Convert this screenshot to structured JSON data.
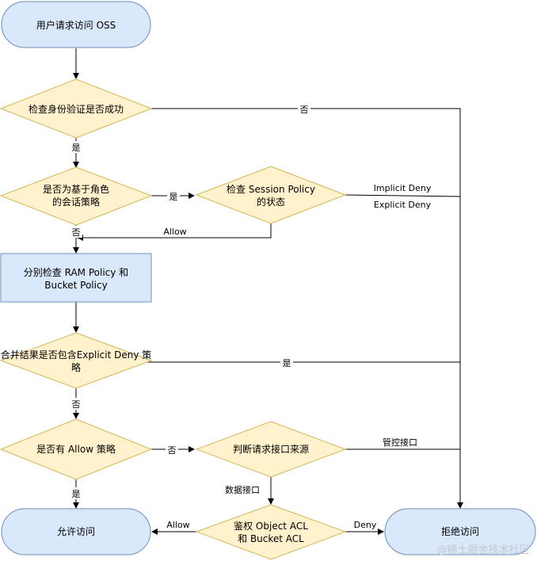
{
  "nodes": {
    "start": "用户请求访问 OSS",
    "auth": "检查身份验证是否成功",
    "role_line1": "是否为基于角色",
    "role_line2": "的会话策略",
    "session_line1": "检查 Session Policy",
    "session_line2": "的状态",
    "ram_line1": "分别检查 RAM Policy 和",
    "ram_line2": "Bucket Policy",
    "merge_line1": "合并结果是否包含Explicit Deny 策",
    "merge_line2": "略",
    "allow_q": "是否有 Allow 策略",
    "source": "判断请求接口来源",
    "acl_line1": "鉴权 Object ACL",
    "acl_line2": "和 Bucket ACL",
    "permit": "允许访问",
    "reject": "拒绝访问"
  },
  "edges": {
    "auth_no": "否",
    "auth_yes": "是",
    "role_yes": "是",
    "role_no": "否",
    "implicit_deny": "Implicit Deny",
    "explicit_deny": "Explicit Deny",
    "session_allow": "Allow",
    "merge_yes": "是",
    "merge_no": "否",
    "allow_no": "否",
    "allow_yes": "是",
    "mgmt_api": "管控接口",
    "data_api": "数据接口",
    "acl_allow": "Allow",
    "acl_deny": "Deny"
  },
  "watermark": "@稀土掘金技术社区",
  "colors": {
    "terminal_fill": "#dae8fc",
    "terminal_stroke": "#6c8ebf",
    "decision_fill": "#fff2cc",
    "decision_stroke": "#d6b656"
  }
}
